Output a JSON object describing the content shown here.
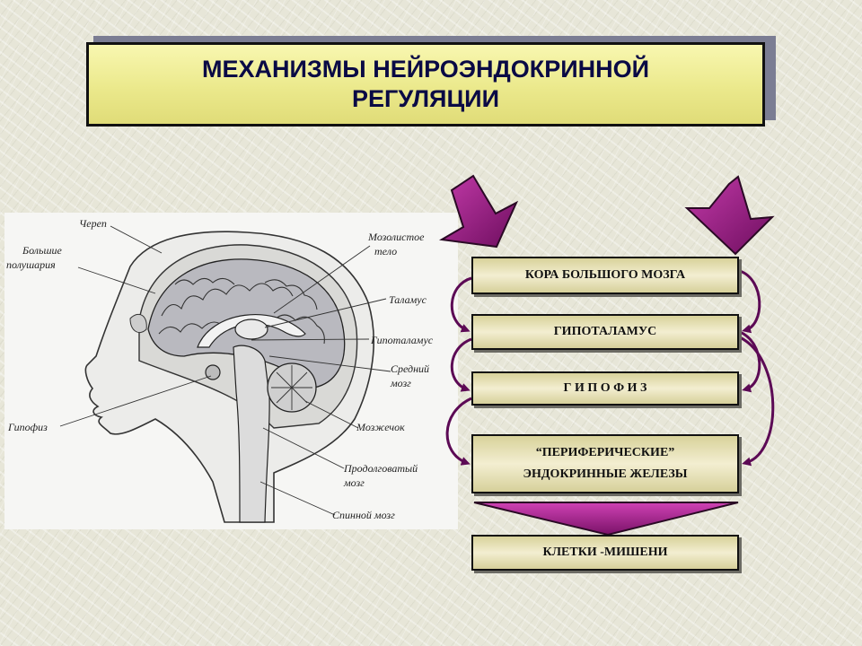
{
  "title": {
    "line1": "МЕХАНИЗМЫ НЕЙРОЭНДОКРИННОЙ",
    "line2": "РЕГУЛЯЦИИ"
  },
  "figure_labels": {
    "skull": "Череп",
    "hemispheres_1": "Большие",
    "hemispheres_2": "полушария",
    "corpus_callosum_1": "Мозолистое",
    "corpus_callosum_2": "тело",
    "thalamus": "Таламус",
    "hypothalamus": "Гипоталамус",
    "midbrain_1": "Средний",
    "midbrain_2": "мозг",
    "pituitary": "Гипофиз",
    "cerebellum": "Мозжечок",
    "medulla_1": "Продолговатый",
    "medulla_2": "мозг",
    "spinal_cord": "Спинной мозг"
  },
  "chain": {
    "cortex": "КОРА БОЛЬШОГО МОЗГА",
    "hypothalamus": "ГИПОТАЛАМУС",
    "pituitary": "Г И П О Ф И З",
    "glands_line1": "“ПЕРИФЕРИЧЕСКИЕ”",
    "glands_line2": "ЭНДОКРИННЫЕ ЖЕЛЕЗЫ",
    "targets": "КЛЕТКИ -МИШЕНИ"
  },
  "colors": {
    "arrow": "#9b1a82",
    "arrow_dark": "#2a0a25",
    "loop": "#5c0a55",
    "title_text": "#0a0a45"
  }
}
